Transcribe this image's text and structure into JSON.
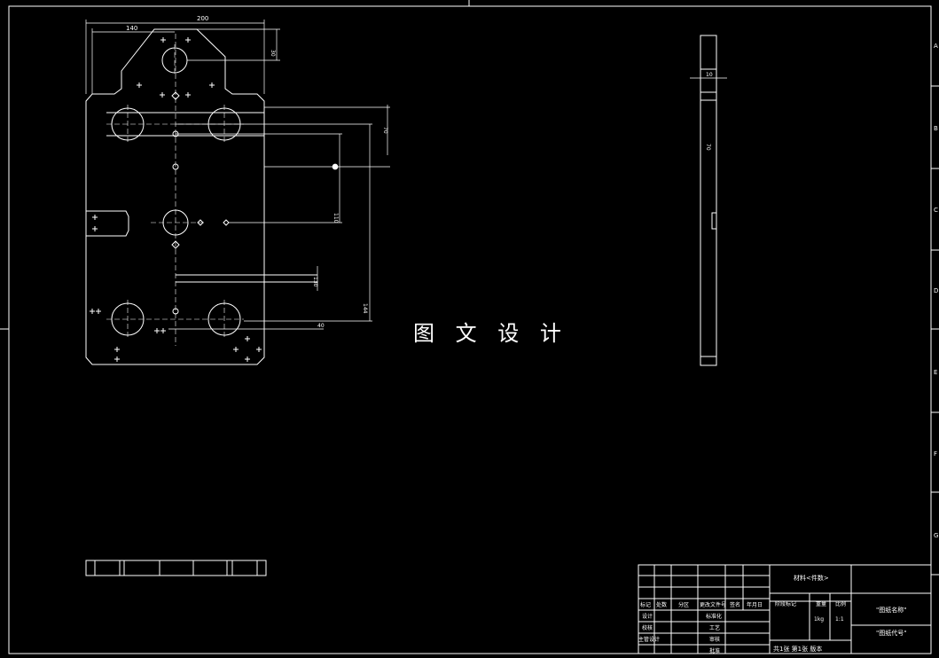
{
  "watermark": "图 文 设 计",
  "dims": {
    "overall_width": "200",
    "upper_width": "140",
    "right_top": "30",
    "right_mid": "70",
    "right_slot": "110",
    "right_low": "130",
    "right_bottom": "144",
    "side_width": "10",
    "side_mid": "70",
    "bottom_right": "40"
  },
  "border_letters_right": [
    "A",
    "B",
    "C",
    "D",
    "E",
    "F",
    "G"
  ],
  "title_block": {
    "material": "材料<件数>",
    "company_line1": "\"图纸名称\"",
    "company_line2": "\"图纸代号\"",
    "header_row": [
      "标记",
      "处数",
      "分区",
      "更改文件号",
      "签名",
      "年月日"
    ],
    "rows": [
      "设计",
      "校核",
      "主管设计"
    ],
    "right_labels": [
      "标准化",
      "工艺",
      "审核",
      "批准"
    ],
    "stage_labels": [
      "阶段标记",
      "重量",
      "比例"
    ],
    "weight": "1kg",
    "scale": "1:1",
    "sheet_info": "共1张  第1张  版本"
  }
}
